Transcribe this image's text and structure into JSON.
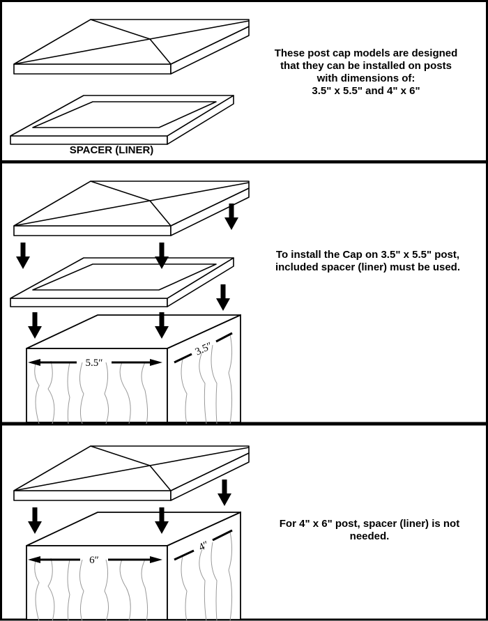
{
  "panel1": {
    "lines": [
      "These post cap models are designed",
      "that they can be installed on posts",
      "with dimensions of:",
      "3.5\" x 5.5\" and 4\" x 6\""
    ],
    "spacer_label": "SPACER (LINER)"
  },
  "panel2": {
    "lines": [
      "To install the Cap on 3.5\" x 5.5\" post,",
      "included spacer (liner) must be used."
    ],
    "front_dim": "5.5″",
    "side_dim": "3.5″"
  },
  "panel3": {
    "lines": [
      "For 4\" x 6\" post, spacer (liner) is not",
      "needed."
    ],
    "front_dim": "6″",
    "side_dim": "4″"
  }
}
